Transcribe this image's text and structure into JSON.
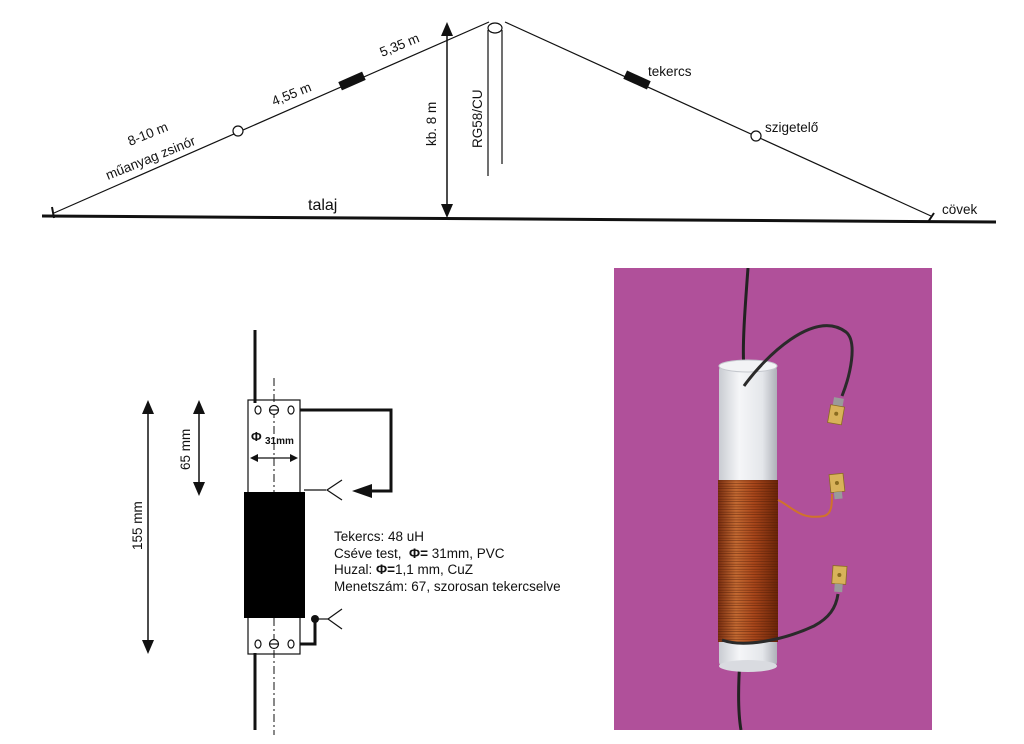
{
  "antenna": {
    "left_rope": "8-10 m",
    "left_rope_material": "műanyag zsinór",
    "segment_inner": "4,55 m",
    "segment_outer": "5,35 m",
    "height": "kb. 8 m",
    "feedline": "RG58/CU",
    "coil_label": "tekercs",
    "insulator_label": "szigetelő",
    "stake_label": "cövek",
    "ground_label": "talaj"
  },
  "coil_drawing": {
    "total_length": "155 mm",
    "tap_length": "65 mm",
    "diameter_symbol": "Φ",
    "diameter": "31mm"
  },
  "specs": [
    {
      "label": "Tekercs:",
      "value": "48 uH"
    },
    {
      "label": "Cséve test,",
      "symbol": "Φ=",
      "value": "31mm, PVC"
    },
    {
      "label": "Huzal:",
      "symbol": "Φ=",
      "value": "1,1 mm, CuZ"
    },
    {
      "label": "Menetszám:",
      "value": "67, szorosan tekercselve"
    }
  ],
  "colors": {
    "line": "#111111",
    "photo_background": "#b0509a",
    "pvc_tube": "#eef0f2",
    "copper_winding": "#b5501e",
    "wire_insulation": "#2a2a2a",
    "lug_metal": "#d8b25a"
  }
}
